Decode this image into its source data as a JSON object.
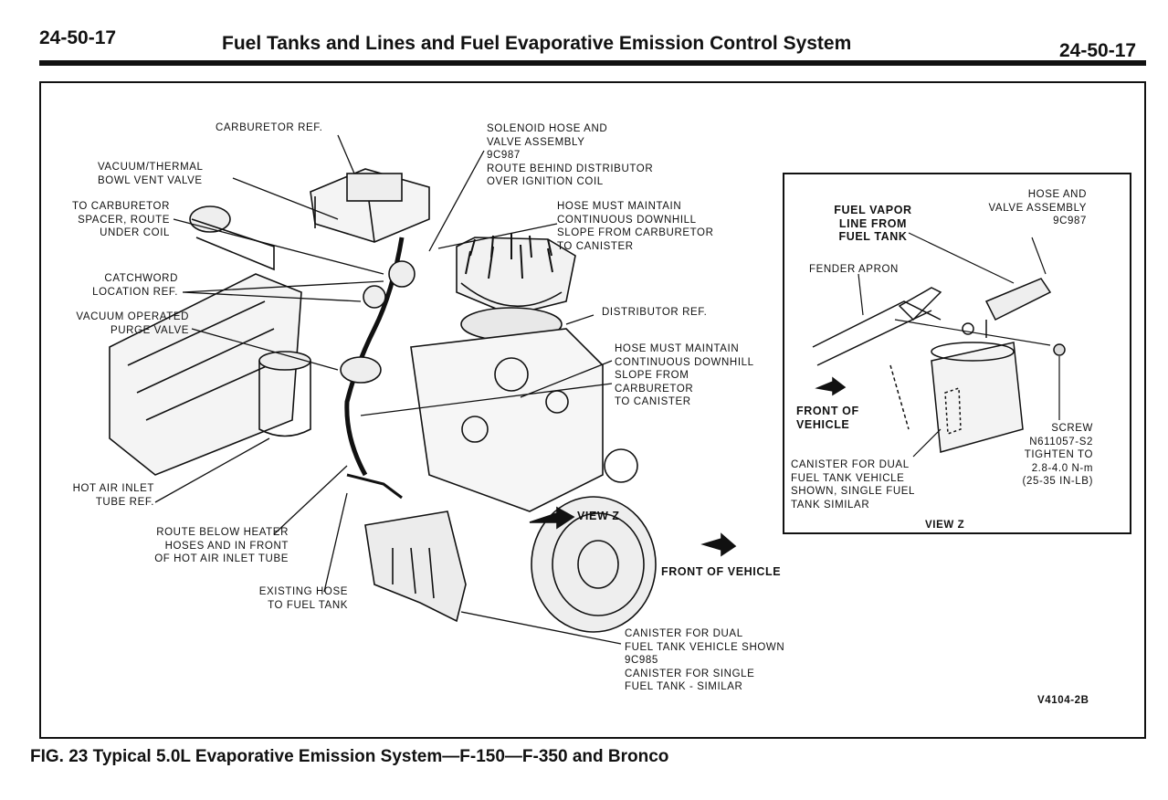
{
  "header": {
    "page_left": "24-50-17",
    "title": "Fuel Tanks and Lines and Fuel Evaporative Emission Control System",
    "page_right": "24-50-17"
  },
  "labels": {
    "carburetor_ref": "CARBURETOR REF.",
    "solenoid": "SOLENOID HOSE AND\nVALVE ASSEMBLY\n9C987\nROUTE BEHIND DISTRIBUTOR\nOVER IGNITION COIL",
    "vacuum_thermal": "VACUUM/THERMAL\nBOWL VENT VALVE",
    "to_carburetor": "TO CARBURETOR\nSPACER, ROUTE\nUNDER COIL",
    "hose_maintain_1": "HOSE MUST MAINTAIN\nCONTINUOUS DOWNHILL\nSLOPE FROM CARBURETOR\nTO CANISTER",
    "catchword": "CATCHWORD\nLOCATION REF.",
    "distributor_ref": "DISTRIBUTOR REF.",
    "vacuum_purge": "VACUUM OPERATED\nPURGE VALVE",
    "hose_maintain_2": "HOSE MUST MAINTAIN\nCONTINUOUS DOWNHILL\nSLOPE FROM\nCARBURETOR\nTO CANISTER",
    "hot_air": "HOT AIR INLET\nTUBE REF.",
    "route_below": "ROUTE BELOW HEATER\nHOSES AND IN FRONT\nOF HOT AIR INLET TUBE",
    "existing_hose": "EXISTING HOSE\nTO FUEL TANK",
    "view_z_arrow": "VIEW Z",
    "front_of_vehicle": "FRONT OF VEHICLE",
    "canister_main": "CANISTER FOR DUAL\nFUEL TANK VEHICLE SHOWN\n9C985\nCANISTER FOR SINGLE\nFUEL TANK - SIMILAR",
    "figure_code": "V4104-2B"
  },
  "inset": {
    "fuel_vapor": "FUEL VAPOR\nLINE FROM\nFUEL TANK",
    "hose_valve": "HOSE AND\nVALVE ASSEMBLY\n9C987",
    "fender_apron": "FENDER APRON",
    "front_of_vehicle": "FRONT OF\nVEHICLE",
    "screw": "SCREW\nN611057-S2\nTIGHTEN TO\n2.8-4.0 N-m\n(25-35 IN-LB)",
    "canister_dual": "CANISTER FOR DUAL\nFUEL TANK VEHICLE\nSHOWN, SINGLE FUEL\nTANK SIMILAR",
    "view_z": "VIEW Z"
  },
  "caption": "FIG. 23 Typical 5.0L Evaporative Emission System—F-150—F-350 and Bronco"
}
